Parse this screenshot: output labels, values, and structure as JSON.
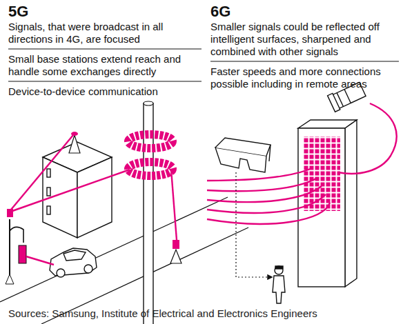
{
  "diagram": {
    "caption": "Sources: Samsung, Institute of Electrical and Electronics Engineers",
    "labels": [
      "5G",
      "Signals, that were broadcast in all directions in 4G, are focused",
      "Small base stations extend reach and handle some exchanges directly",
      "Device-to-device communication",
      "6G",
      "Smaller signals could be reflected off intelligent surfaces, sharpened and combined with other signals",
      "Faster speeds and more connections possible including in remote areas"
    ]
  }
}
